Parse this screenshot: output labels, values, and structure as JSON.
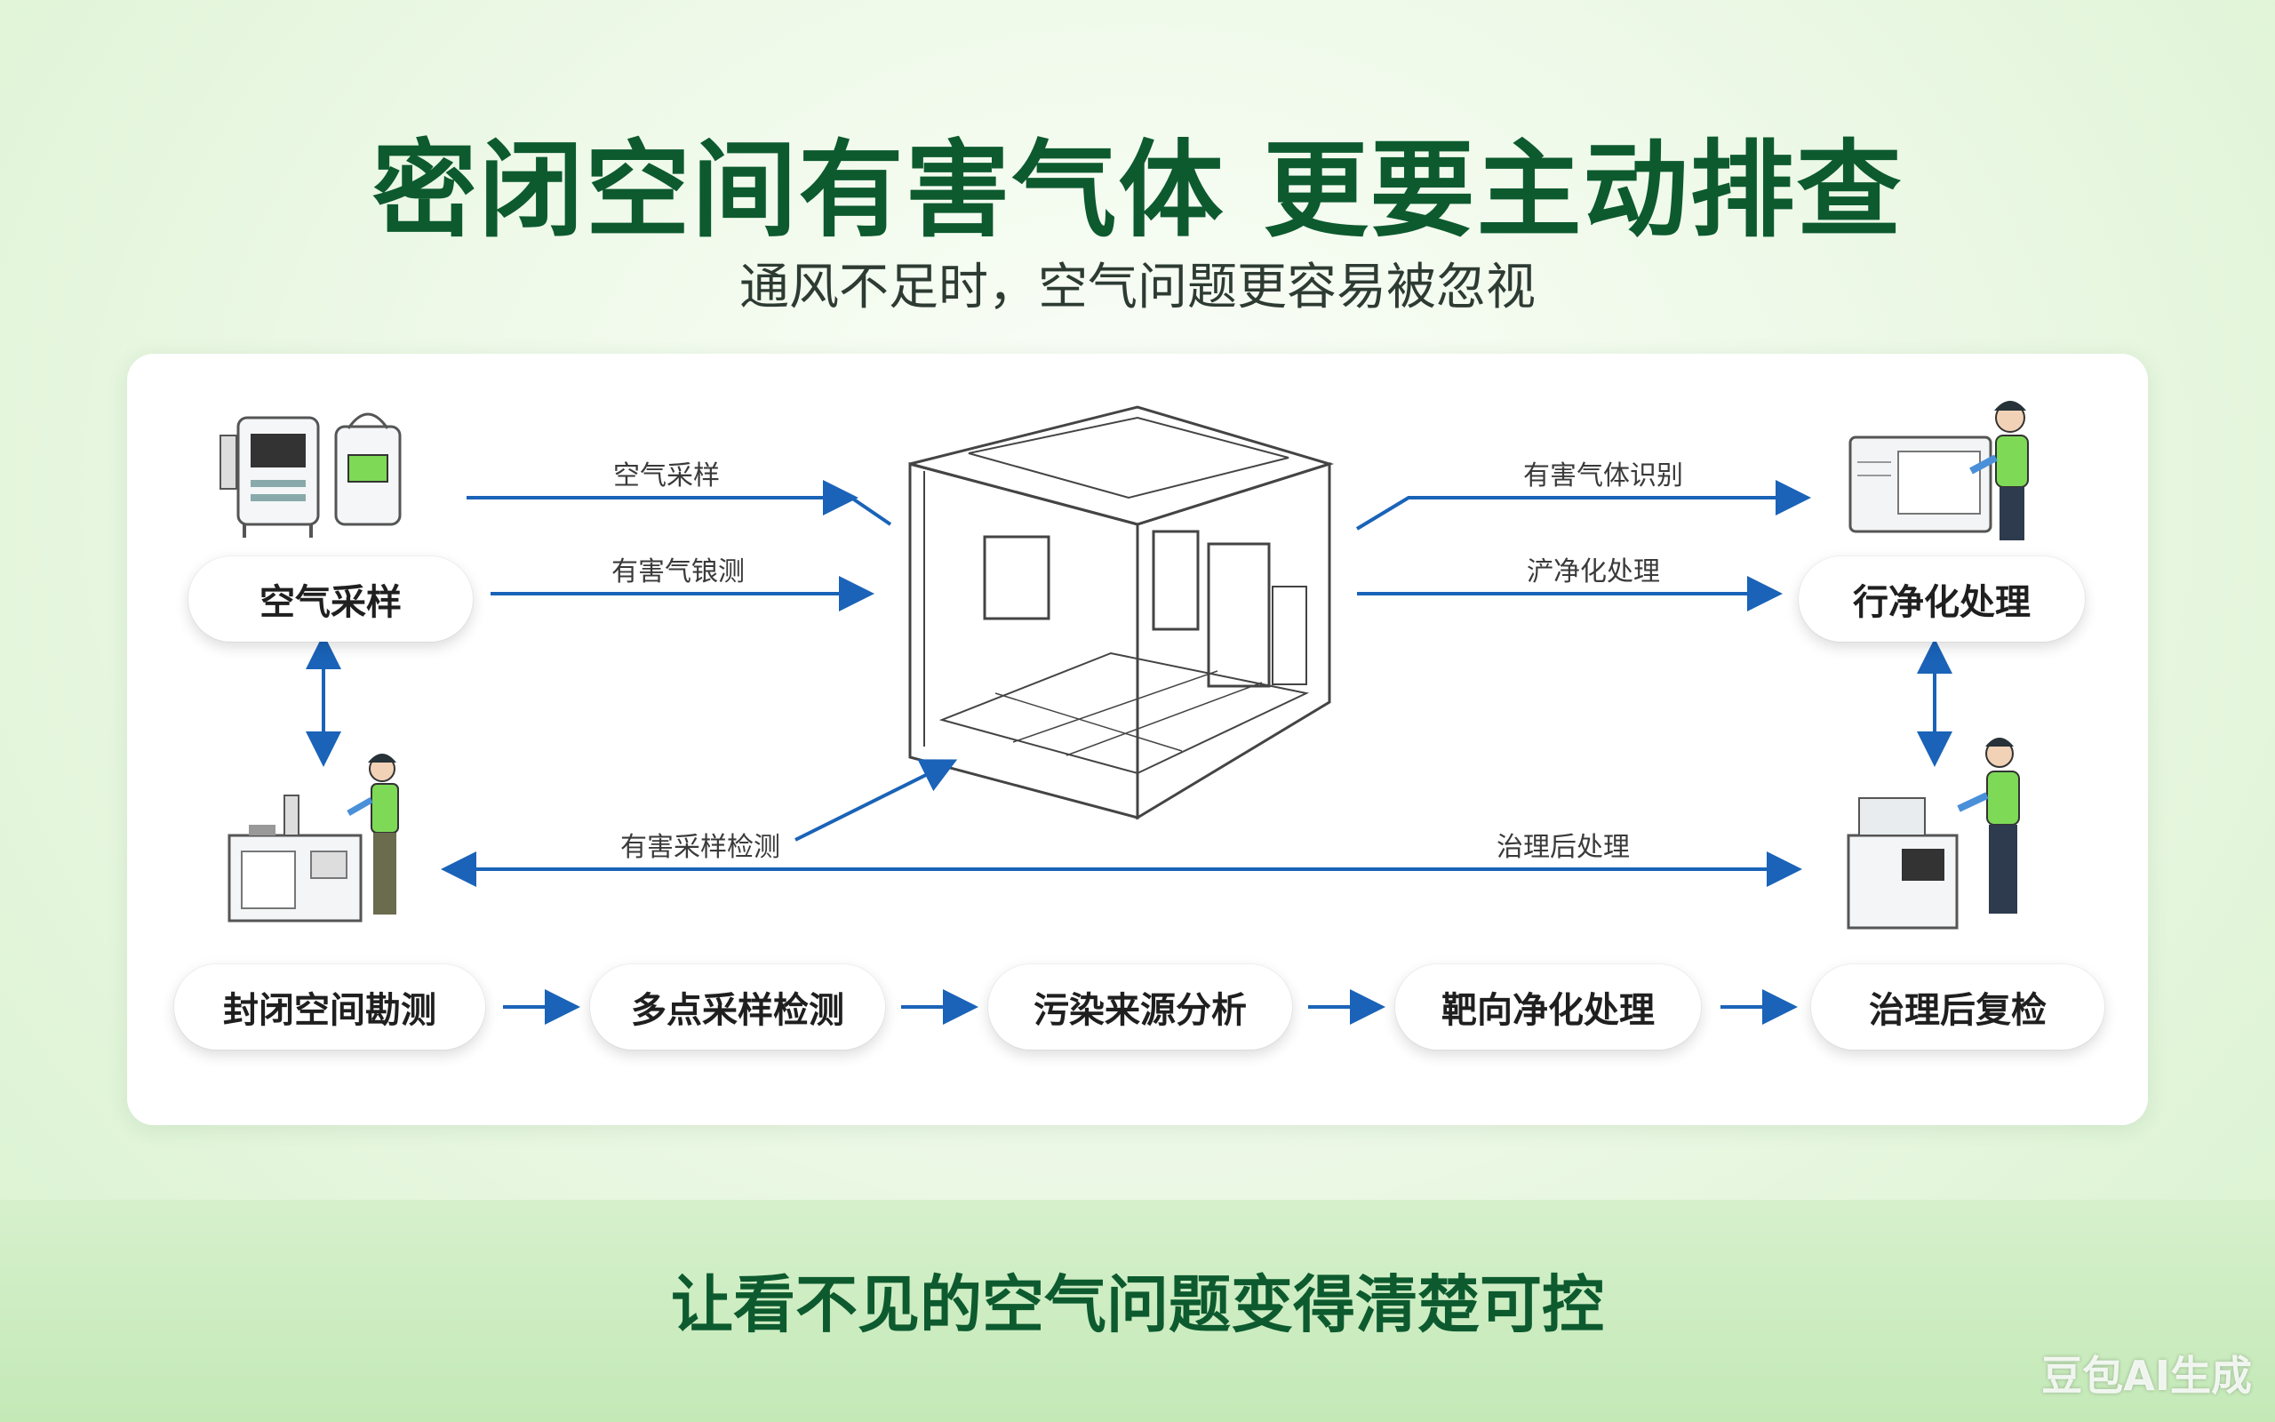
{
  "title": "密闭空间有害气体 更要主动排查",
  "subtitle": "通风不足时，空气问题更容易被忽视",
  "nodes": {
    "air_sampling": "空气采样",
    "purification_top": "行净化处理",
    "survey": "封闭空间勘测",
    "multipoint": "多点采样检测",
    "source": "污染来源分析",
    "target_purify": "靶向净化处理",
    "recheck": "治理后复检"
  },
  "arrow_labels": {
    "a1": "空气采样",
    "a2": "有害气锒测",
    "a3": "有害气体识别",
    "a4": "浐净化处理",
    "a5": "有害采样检测",
    "a6": "治理后处理"
  },
  "footer": "让看不见的空气问题变得清楚可控",
  "watermark": "豆包AI生成",
  "colors": {
    "title_green": "#0d5a2f",
    "arrow_blue": "#1a63b8",
    "vest_green": "#7ed957"
  }
}
